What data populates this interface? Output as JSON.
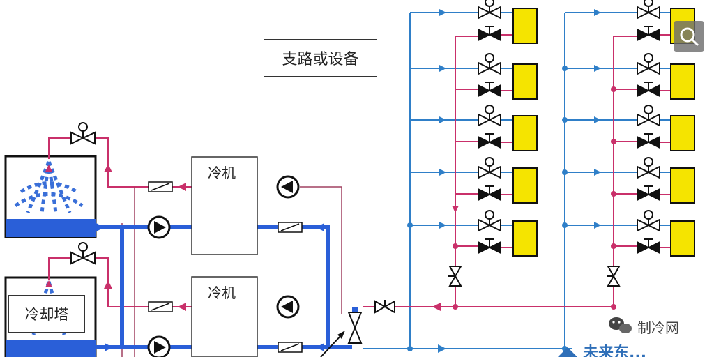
{
  "labels": {
    "branch": "支路或设备",
    "chiller": "冷机",
    "tower": "冷却塔"
  },
  "watermark": {
    "channel": "制冷网",
    "partial_text": "未来东..."
  },
  "icons": {
    "zoom": "magnifier-icon",
    "wechat": "wechat-icon"
  },
  "colors": {
    "supply_pipe": "#2f7fc8",
    "main_pipe": "#1f5fd0",
    "return_pipe": "#c9306a",
    "thin_pipe": "#a04060",
    "device_fill": "#f5e400",
    "water": "#2a5fd8"
  }
}
